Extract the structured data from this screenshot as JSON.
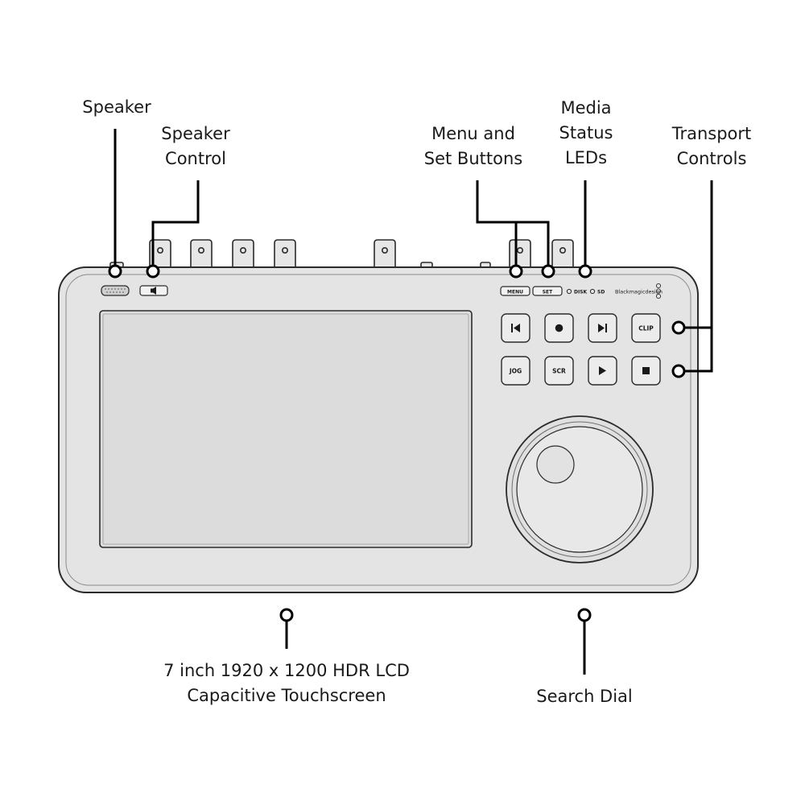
{
  "callouts": {
    "speaker": "Speaker",
    "speaker_control": [
      "Speaker",
      "Control"
    ],
    "menu_set": [
      "Menu and",
      "Set Buttons"
    ],
    "media_status": [
      "Media",
      "Status",
      "LEDs"
    ],
    "transport": [
      "Transport",
      "Controls"
    ],
    "touchscreen": [
      "7 inch 1920 x 1200 HDR LCD",
      "Capacitive Touchscreen"
    ],
    "search_dial": "Search Dial"
  },
  "device": {
    "menu_button": "MENU",
    "set_button": "SET",
    "led_disk": "DISK",
    "led_sd": "SD",
    "brand": "Blackmagicdesign",
    "transport_buttons": [
      {
        "label": "",
        "icon": "skip-back-icon"
      },
      {
        "label": "",
        "icon": "record-icon"
      },
      {
        "label": "",
        "icon": "skip-forward-icon"
      },
      {
        "label": "CLIP",
        "icon": ""
      },
      {
        "label": "JOG",
        "icon": ""
      },
      {
        "label": "SCR",
        "icon": ""
      },
      {
        "label": "",
        "icon": "play-icon"
      },
      {
        "label": "",
        "icon": "stop-icon"
      }
    ]
  },
  "colors": {
    "body": "#e4e4e4",
    "outline": "#2b2b2b",
    "screen": "#dcdcdc",
    "line": "#000000"
  }
}
